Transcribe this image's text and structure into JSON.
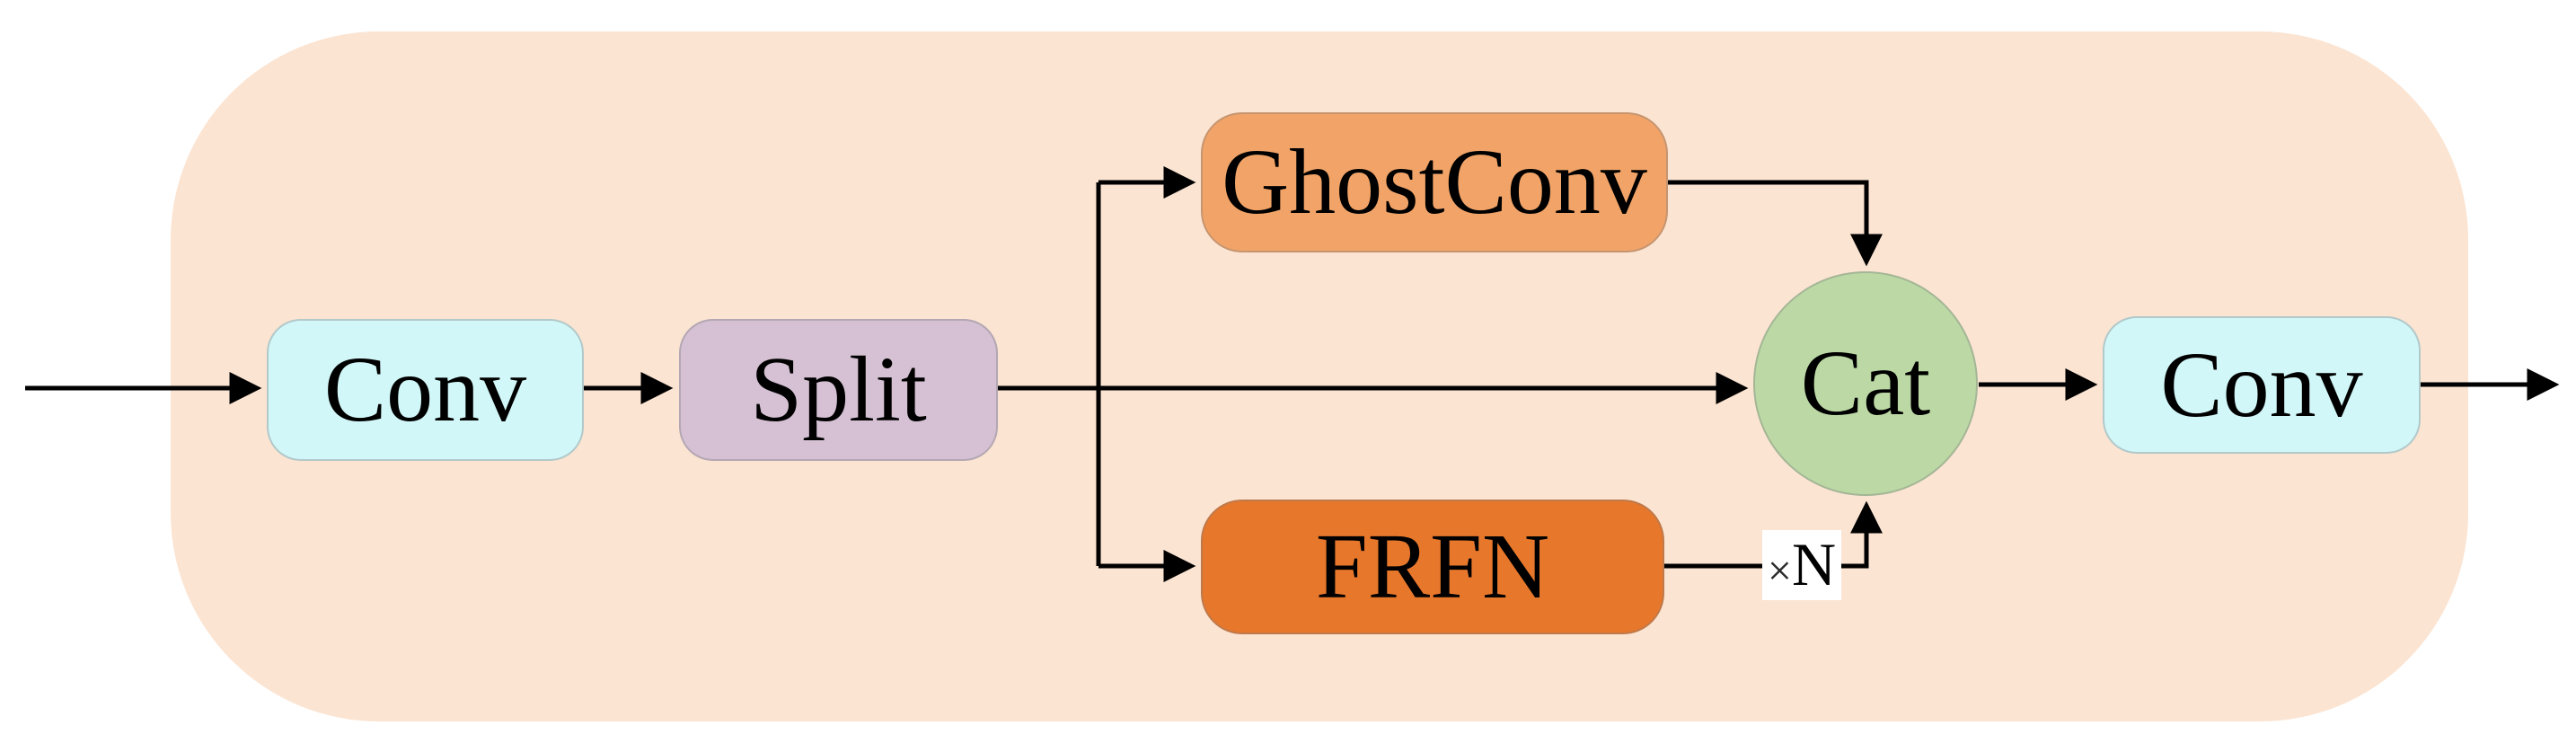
{
  "diagram": {
    "type": "architecture-block-flow",
    "colors": {
      "container": "#fbe4d2",
      "line": "#000000",
      "badge_background": "#ffffff"
    },
    "nodes": {
      "conv_in": {
        "label": "Conv",
        "fill": "#d2f7f8"
      },
      "split": {
        "label": "Split",
        "fill": "#d5c1d3"
      },
      "ghostconv": {
        "label": "GhostConv",
        "fill": "#f2a468"
      },
      "frfn": {
        "label": "FRFN",
        "fill": "#e7772b"
      },
      "cat": {
        "label": "Cat",
        "fill": "#bcd9a5"
      },
      "conv_out": {
        "label": "Conv",
        "fill": "#d2f7f8"
      }
    },
    "badge": {
      "times": "×",
      "n": "N"
    },
    "edges": [
      {
        "from": "input",
        "to": "conv_in"
      },
      {
        "from": "conv_in",
        "to": "split"
      },
      {
        "from": "split",
        "to": "ghostconv"
      },
      {
        "from": "split",
        "to": "cat"
      },
      {
        "from": "split",
        "to": "frfn"
      },
      {
        "from": "ghostconv",
        "to": "cat"
      },
      {
        "from": "frfn",
        "to": "cat",
        "label": "×N"
      },
      {
        "from": "cat",
        "to": "conv_out"
      },
      {
        "from": "conv_out",
        "to": "output"
      }
    ]
  }
}
